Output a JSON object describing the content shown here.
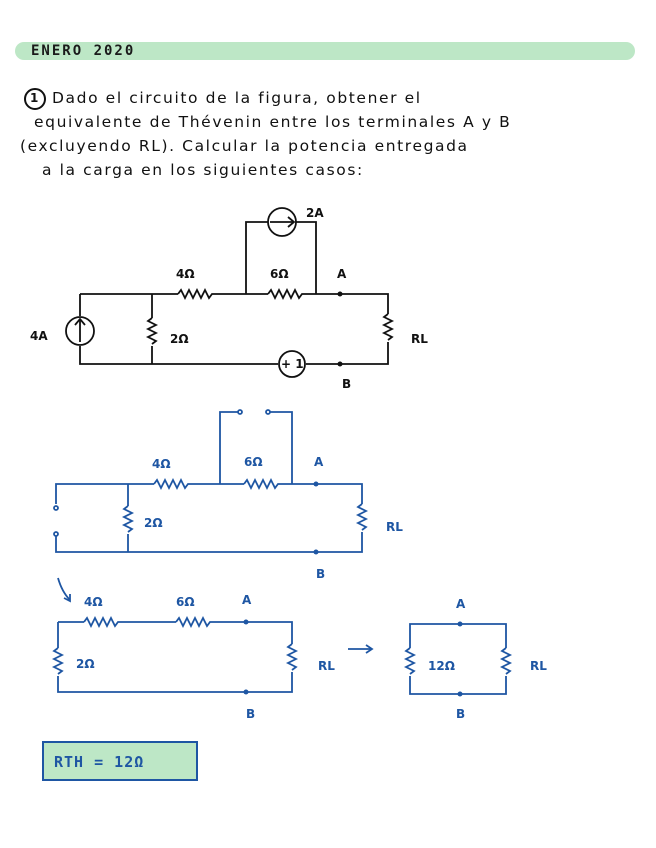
{
  "header": {
    "title": "ENERO 2020"
  },
  "problem": {
    "number": "1",
    "lines": [
      "Dado el circuito de la figura, obtener el",
      "equivalente de Thévenin entre los terminales A y B",
      "(excluyendo RL). Calcular la potencia entregada",
      "a la carga en los siguientes casos:"
    ]
  },
  "circuit1": {
    "current_source_top": "2A",
    "r1": "4Ω",
    "r2": "6Ω",
    "r_shunt": "2Ω",
    "current_source_left": "4A",
    "voltage_source": "+ 1",
    "load": "RL",
    "node_a": "A",
    "node_b": "B"
  },
  "circuit2": {
    "r1": "4Ω",
    "r2": "6Ω",
    "r_shunt": "2Ω",
    "load": "RL",
    "node_a": "A",
    "node_b": "B"
  },
  "circuit3": {
    "r1": "4Ω",
    "r2": "6Ω",
    "r_shunt": "2Ω",
    "load": "RL",
    "node_a": "A",
    "node_b": "B"
  },
  "circuit4": {
    "r_eq": "12Ω",
    "load": "RL",
    "node_a": "A",
    "node_b": "B"
  },
  "result": {
    "text": "RTH = 12Ω"
  },
  "colors": {
    "ink": "#111111",
    "blue": "#1e56a3",
    "highlight": "#bde7c6"
  }
}
